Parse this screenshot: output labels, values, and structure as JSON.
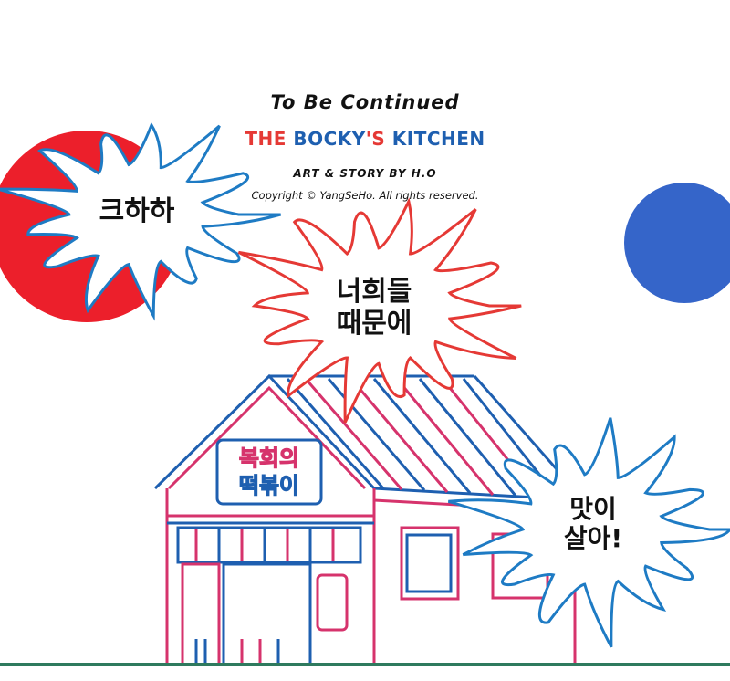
{
  "credits": {
    "to_be_continued": "To Be Continued",
    "title_parts": [
      {
        "text": "THE ",
        "color": "red"
      },
      {
        "text": "BOCKY",
        "color": "blue"
      },
      {
        "text": "'S ",
        "color": "red"
      },
      {
        "text": "KITCHEN",
        "color": "blue"
      }
    ],
    "art_story": "ART & STORY BY H.O",
    "copyright": "Copyright © YangSeHo. All rights reserved."
  },
  "bubbles": {
    "left": {
      "line1": "크하하"
    },
    "center": {
      "line1": "너희들",
      "line2": "때문에"
    },
    "right": {
      "line1": "맛이",
      "line2": "살아!"
    }
  },
  "shop_sign": {
    "line1": "복희의",
    "line2": "떡볶이"
  },
  "colors": {
    "red": "#e53935",
    "blue": "#1e5fb0",
    "circle_red": "#ec1f2b",
    "circle_blue": "#3565c9",
    "ground": "#2f7a5e",
    "pink": "#d6336c"
  }
}
